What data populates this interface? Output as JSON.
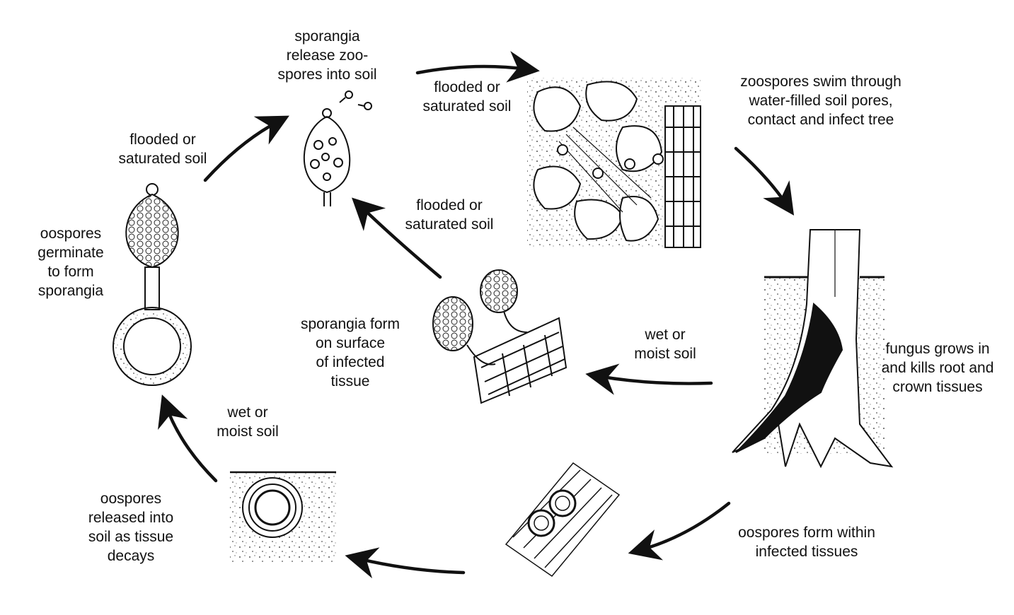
{
  "colors": {
    "ink": "#111111",
    "background": "#ffffff"
  },
  "labels": {
    "sporangia_release": "sporangia\nrelease zoo-\nspores into soil",
    "flooded_top": "flooded or\nsaturated soil",
    "flooded_left": "flooded or\nsaturated soil",
    "flooded_center": "flooded or\nsaturated soil",
    "zoospores_swim": "zoospores swim through\nwater-filled soil pores,\ncontact and infect tree",
    "oospores_germinate": "oospores\ngerminate\nto form\nsporangia",
    "sporangia_form": "sporangia form\non surface\nof infected\ntissue",
    "wet_right": "wet or\nmoist soil",
    "fungus_grows": "fungus grows in\nand kills root and\ncrown tissues",
    "wet_left": "wet or\nmoist soil",
    "oospores_released": "oospores\nreleased into\nsoil as tissue\ndecays",
    "oospores_form": "oospores form within\ninfected tissues"
  },
  "icons": {
    "sporangium": "sporangium-icon",
    "soil_pores": "soil-pores-icon",
    "tree_root": "tree-root-icon",
    "infected_tissue_oospores": "infected-tissue-icon",
    "oospore_in_soil": "oospore-in-soil-icon",
    "germinating_oospore": "germinating-oospore-icon",
    "surface_sporangia": "surface-sporangia-icon"
  }
}
